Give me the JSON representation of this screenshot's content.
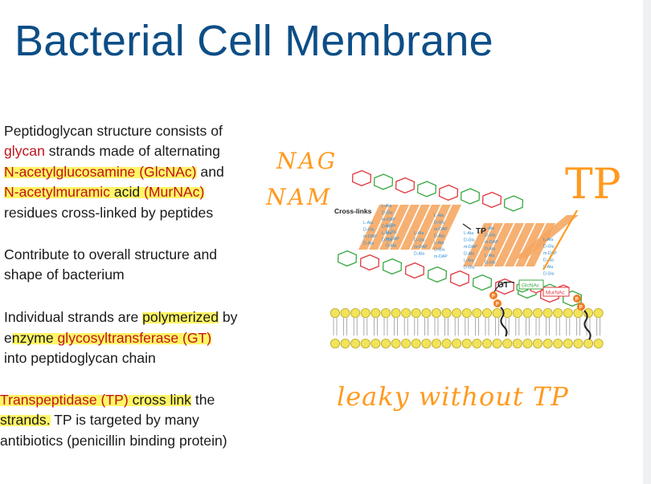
{
  "slide": {
    "title": "Bacterial Cell Membrane",
    "bullets": [
      {
        "lines": [
          [
            {
              "t": "Peptidoglycan structure consists of"
            }
          ],
          [
            {
              "t": "glycan",
              "red": true
            },
            {
              "t": " strands made of alternating"
            }
          ],
          [
            {
              "t": "N-acetylglucosamine (GlcNAc)",
              "red": true,
              "hl": true
            },
            {
              "t": " and"
            }
          ],
          [
            {
              "t": "N-acetylmuramic",
              "red": true,
              "hl": true
            },
            {
              "t": " acid ",
              "hl": true
            },
            {
              "t": "(MurNAc)",
              "red": true,
              "hl": true
            }
          ],
          [
            {
              "t": "residues cross-linked by peptides"
            }
          ]
        ]
      },
      {
        "lines": [
          [
            {
              "t": "Contribute to overall structure and"
            }
          ],
          [
            {
              "t": "shape of bacterium"
            }
          ]
        ]
      },
      {
        "lines": [
          [
            {
              "t": "Individual strands are "
            },
            {
              "t": "polymerized",
              "hl": true
            },
            {
              "t": " by"
            }
          ],
          [
            {
              "t": "e"
            },
            {
              "t": "nzyme ",
              "hl": true
            },
            {
              "t": "glycosyltransferase (GT)",
              "red": true,
              "hl": true
            }
          ],
          [
            {
              "t": "into peptidoglycan chain"
            }
          ]
        ]
      },
      {
        "lines": [
          [
            {
              "t": "Transpeptidase (TP)",
              "red": true,
              "hl": true
            },
            {
              "t": " cross link",
              "hl": true
            },
            {
              "t": " the"
            }
          ],
          [
            {
              "t": "strands.",
              "hl": true
            },
            {
              "t": " TP is targeted by many"
            }
          ],
          [
            {
              "t": "antibiotics (penicillin binding protein)"
            }
          ]
        ]
      }
    ]
  },
  "annotations": {
    "nag": "NAG",
    "nam": "NAM",
    "tp": "TP",
    "leaky": "leaky without TP",
    "color": "#ff9a1f"
  },
  "diagram": {
    "cross_links_label": "Cross-links",
    "tp_label": "TP",
    "gt_label": "GT",
    "glcnac_label": "GlcNAc",
    "murnac_label": "MurNAc",
    "p_label": "P",
    "peptide_labels": [
      "L-Ala",
      "D-Glu",
      "m-DAP",
      "D-Ala"
    ],
    "colors": {
      "glcnac": "#3aa843",
      "murnac": "#e0393e",
      "peptide_text": "#2f8fd6",
      "crosslink": "#f5a763",
      "membrane_head": "#f2e35c",
      "membrane_stroke": "#b9a620"
    }
  }
}
